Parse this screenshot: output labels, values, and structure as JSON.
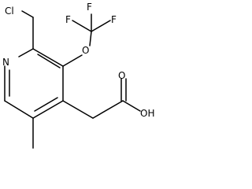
{
  "molecule": {
    "atoms": {
      "cl": "Cl",
      "n": "N",
      "o_ether": "O",
      "f_left": "F",
      "f_right": "F",
      "f_top": "F",
      "o_carbonyl": "O",
      "oh": "OH"
    }
  }
}
